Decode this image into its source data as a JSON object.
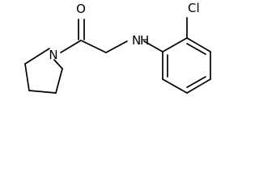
{
  "molecule": {
    "labels": {
      "oxygen": "O",
      "amine_nitrogen": "N",
      "amine_hydrogen": "H",
      "ring_nitrogen": "N",
      "chlorine": "Cl"
    },
    "colors": {
      "bond": "#000000",
      "text": "#000000",
      "background": "#ffffff"
    }
  }
}
